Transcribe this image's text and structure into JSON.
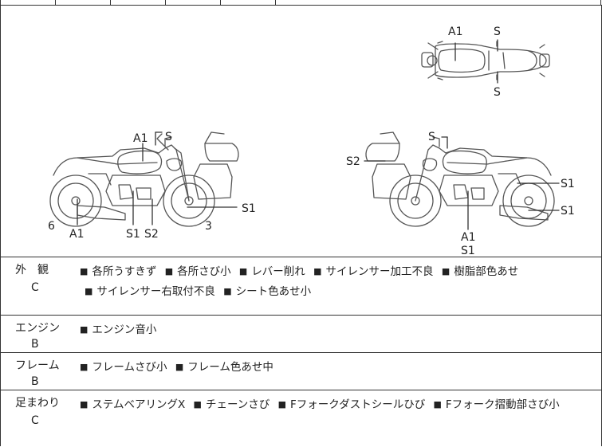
{
  "diagram": {
    "top_view": {
      "a1": "A1",
      "s_top": "S",
      "s_bottom": "S"
    },
    "left_view": {
      "a1": "A1",
      "s": "S",
      "s1_right": "S1",
      "a1_bottom": "A1",
      "s1": "S1",
      "s2": "S2",
      "num_6": "6",
      "num_3": "3"
    },
    "right_view": {
      "s": "S",
      "s2": "S2",
      "s1_upper": "S1",
      "s1_lower": "S1",
      "a1": "A1",
      "s1_bottom": "S1"
    }
  },
  "rows": [
    {
      "category": "外　観",
      "grade": "C",
      "items": [
        "各所うすきず",
        "各所さび小",
        "レバー削れ",
        "サイレンサー加工不良",
        "樹脂部色あせ",
        "サイレンサー右取付不良",
        "シート色あせ小"
      ]
    },
    {
      "category": "エンジン",
      "grade": "B",
      "items": [
        "エンジン音小"
      ]
    },
    {
      "category": "フレーム",
      "grade": "B",
      "items": [
        "フレームさび小",
        "フレーム色あせ中"
      ]
    },
    {
      "category": "足まわり",
      "grade": "C",
      "items": [
        "ステムベアリングX",
        "チェーンさび",
        "Fフォークダストシールひび",
        "Fフォーク摺動部さび小"
      ]
    }
  ],
  "bullet": "■"
}
